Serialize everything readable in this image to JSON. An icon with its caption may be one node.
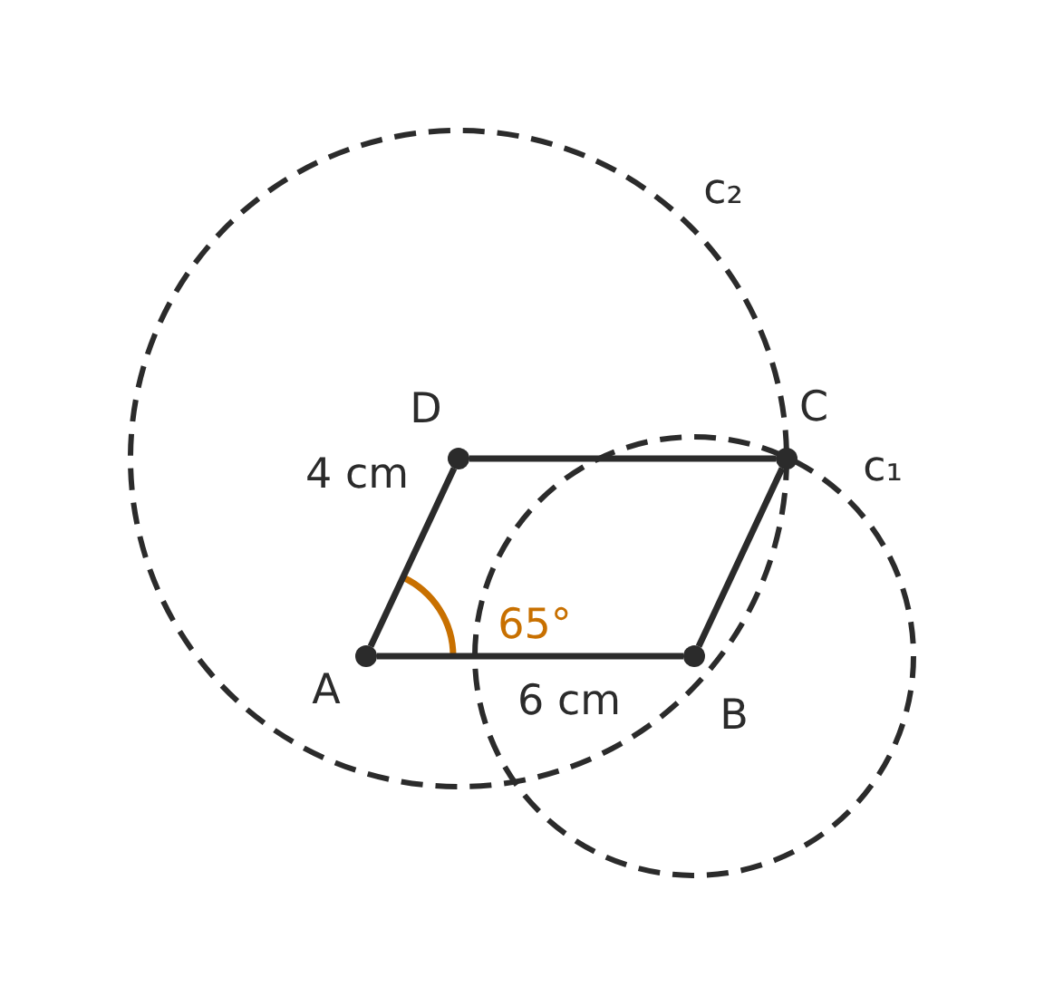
{
  "diagram": {
    "nodes": [
      {
        "text": [
          "A"
        ]
      },
      {
        "text": [
          "B"
        ]
      },
      {
        "text": [
          "C"
        ]
      },
      {
        "text": [
          "D"
        ]
      }
    ],
    "edges": [
      {
        "from": 0,
        "to": 1,
        "arrow": "none"
      },
      {
        "from": 1,
        "to": 2,
        "arrow": "none"
      },
      {
        "from": 2,
        "to": 3,
        "arrow": "none"
      },
      {
        "from": 3,
        "to": 0,
        "arrow": "none"
      }
    ],
    "labels": [
      "c₂",
      "c₁",
      "4 cm",
      "65°",
      "6 cm"
    ]
  }
}
